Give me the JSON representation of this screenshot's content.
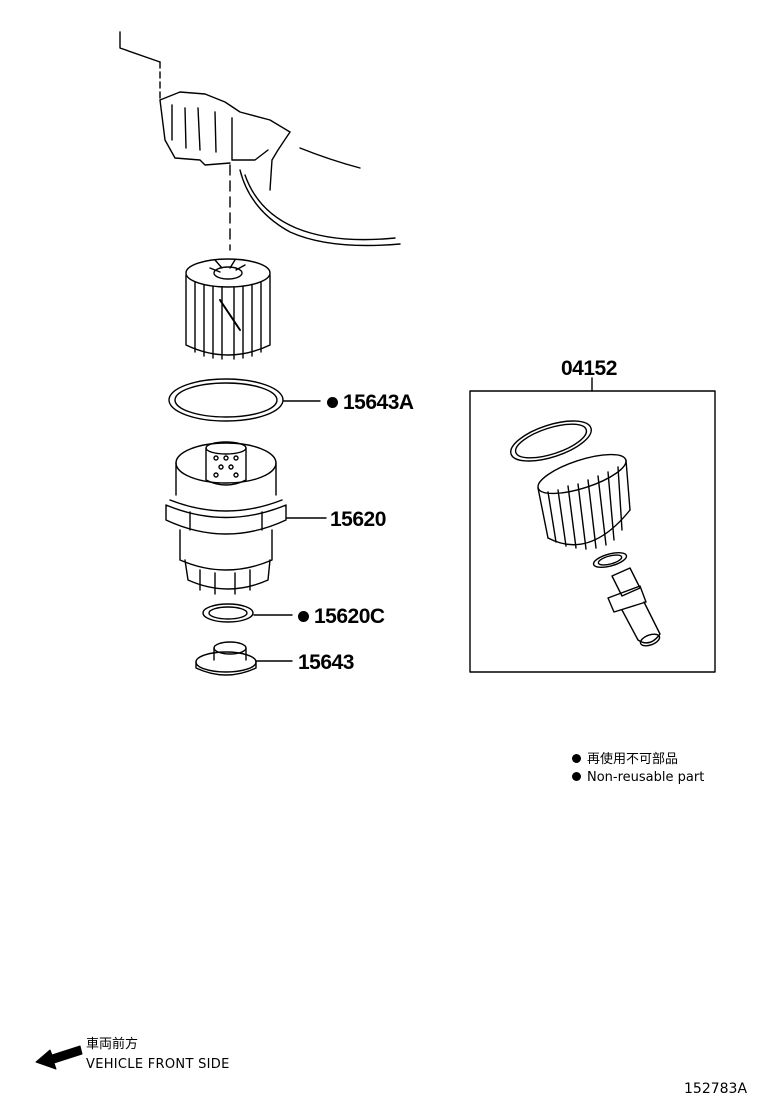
{
  "labels": {
    "part_15643A": "15643A",
    "part_15620": "15620",
    "part_15620C": "15620C",
    "part_15643": "15643",
    "part_04152": "04152"
  },
  "legend": {
    "non_reusable_jp": "再使用不可部品",
    "non_reusable_en": "Non-reusable part"
  },
  "direction": {
    "jp": "車両前方",
    "en": "VEHICLE FRONT SIDE"
  },
  "figure_id": "152783A",
  "icons": {
    "non_reusable_marker": "filled-circle-icon",
    "front_arrow": "arrow-left-icon"
  }
}
